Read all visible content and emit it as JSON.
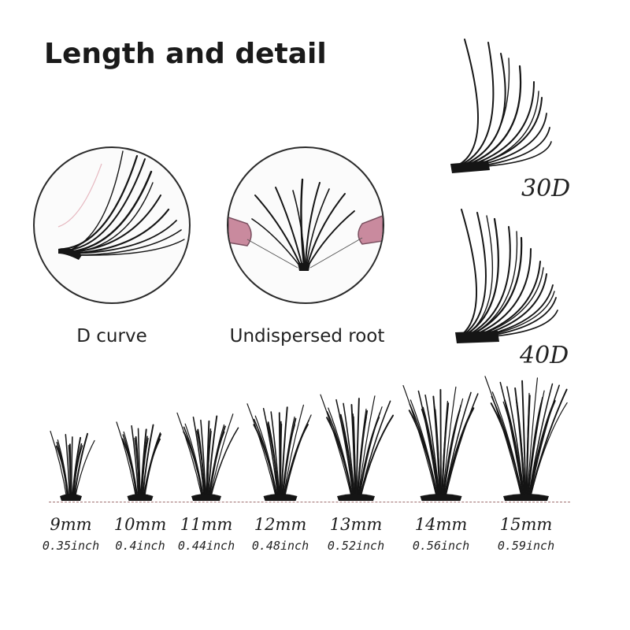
{
  "title": "Length and detail",
  "details": [
    {
      "caption": "D curve",
      "image": "d-curve-lash-closeup"
    },
    {
      "caption": "Undispersed root",
      "image": "undispersed-root-closeup-with-tweezers"
    }
  ],
  "densities": [
    {
      "label": "30D"
    },
    {
      "label": "40D"
    }
  ],
  "sizes": [
    {
      "mm": "9mm",
      "inch": "0.35inch",
      "length_mm": 9
    },
    {
      "mm": "10mm",
      "inch": "0.4inch",
      "length_mm": 10
    },
    {
      "mm": "11mm",
      "inch": "0.44inch",
      "length_mm": 11
    },
    {
      "mm": "12mm",
      "inch": "0.48inch",
      "length_mm": 12
    },
    {
      "mm": "13mm",
      "inch": "0.52inch",
      "length_mm": 13
    },
    {
      "mm": "14mm",
      "inch": "0.56inch",
      "length_mm": 14
    },
    {
      "mm": "15mm",
      "inch": "0.59inch",
      "length_mm": 15
    }
  ],
  "colors": {
    "lash": "#151515",
    "tweezer": "#c98a9e",
    "guide": "#a07070"
  }
}
